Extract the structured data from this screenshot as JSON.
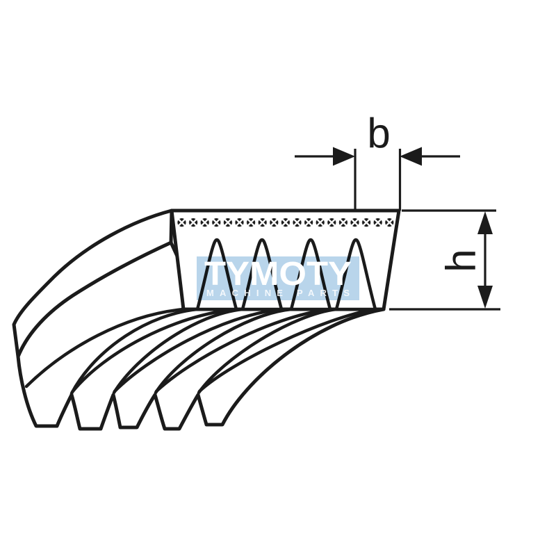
{
  "diagram": {
    "type": "poly-v-belt-technical-drawing",
    "labels": {
      "rib_width": "b",
      "belt_height": "h"
    },
    "belt": {
      "front_ribs": 5,
      "grooves": 4,
      "fabric_circle_count": 19
    },
    "watermark": {
      "brand": "TYMOTY",
      "tagline": "MACHINE PARTS"
    },
    "colors": {
      "background": "#ffffff",
      "line": "#1b1b1b",
      "watermark_bg": "#b9d5eb",
      "watermark_text": "#ffffff"
    }
  }
}
